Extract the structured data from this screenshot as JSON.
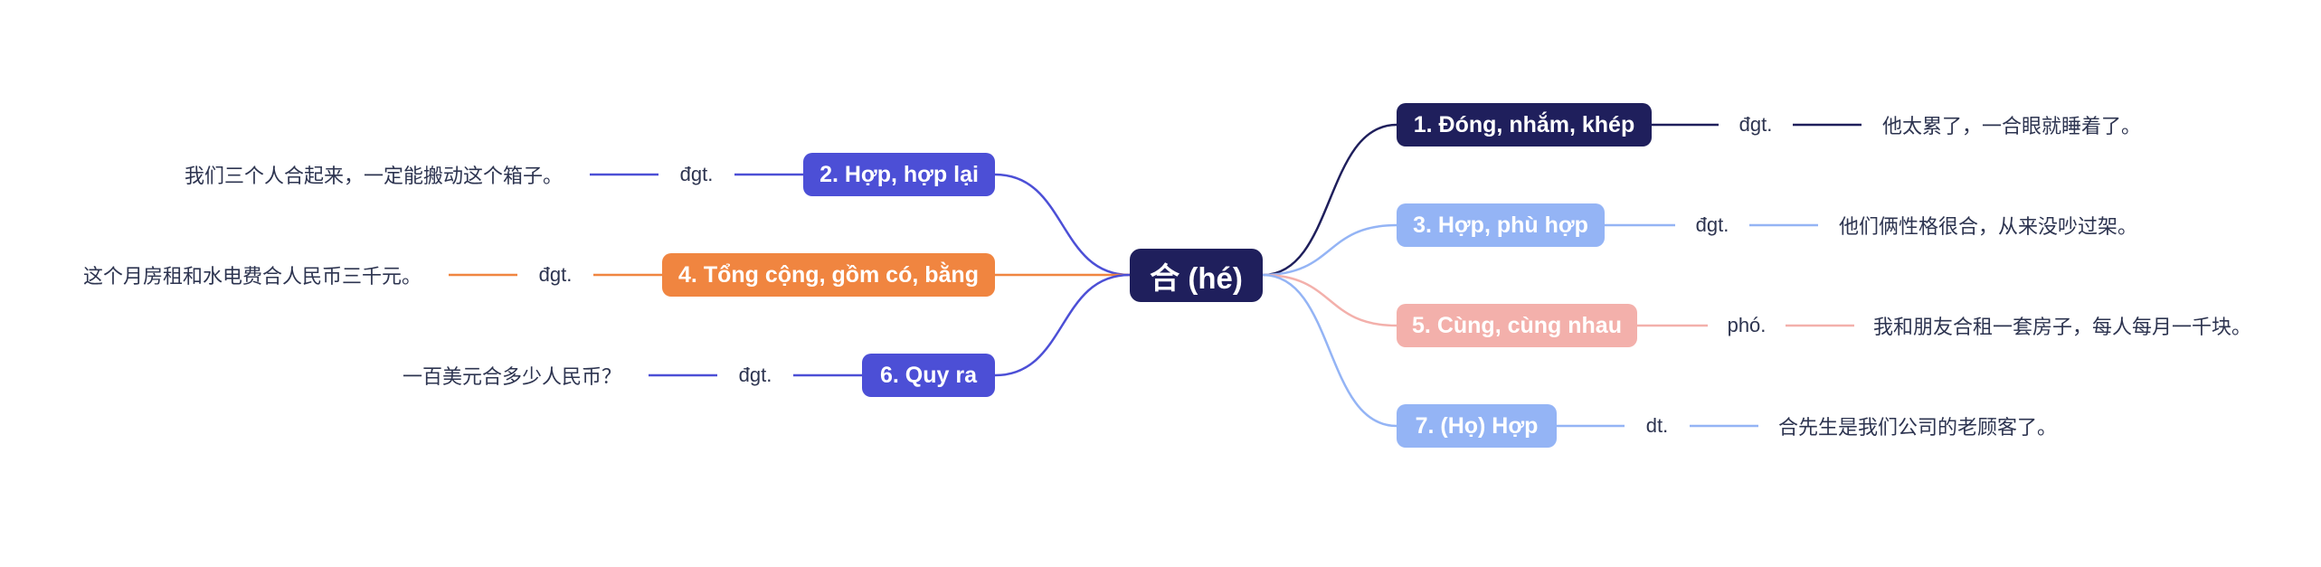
{
  "root": {
    "label": "合 (hé)"
  },
  "branches": [
    {
      "key": "b1",
      "label": "1. Đóng, nhắm, khép",
      "pos": "đgt.",
      "example": "他太累了，一合眼就睡着了。",
      "color": "#1f1f5c"
    },
    {
      "key": "b2",
      "label": "2. Hợp, hợp lại",
      "pos": "đgt.",
      "example": "我们三个人合起来，一定能搬动这个箱子。",
      "color": "#4c4fd6"
    },
    {
      "key": "b3",
      "label": "3. Hợp, phù hợp",
      "pos": "đgt.",
      "example": "他们俩性格很合，从来没吵过架。",
      "color": "#94b4f5"
    },
    {
      "key": "b4",
      "label": "4. Tổng cộng, gồm có, bằng",
      "pos": "đgt.",
      "example": "这个月房租和水电费合人民币三千元。",
      "color": "#f08540"
    },
    {
      "key": "b5",
      "label": "5. Cùng, cùng nhau",
      "pos": "phó.",
      "example": "我和朋友合租一套房子，每人每月一千块。",
      "color": "#f3b0ab"
    },
    {
      "key": "b6",
      "label": "6. Quy ra",
      "pos": "đgt.",
      "example": "一百美元合多少人民币？",
      "color": "#4c4fd6"
    },
    {
      "key": "b7",
      "label": "7. (Họ) Hợp",
      "pos": "dt.",
      "example": "合先生是我们公司的老顾客了。",
      "color": "#94b4f5"
    }
  ]
}
